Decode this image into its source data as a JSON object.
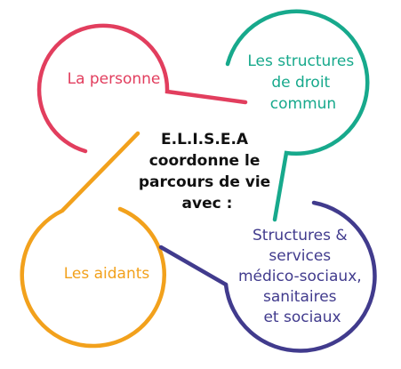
{
  "center": {
    "lines": [
      "E.L.I.S.E.A",
      "coordonne le",
      "parcours de vie",
      "avec :"
    ],
    "color": "#111111"
  },
  "nodes": [
    {
      "id": "personne",
      "lines": [
        "La personne"
      ],
      "color": "#e23e5e"
    },
    {
      "id": "structures",
      "lines": [
        "Les structures",
        "de droit",
        "commun"
      ],
      "color": "#17a98c"
    },
    {
      "id": "aidants",
      "lines": [
        "Les aidants"
      ],
      "color": "#f2a11c"
    },
    {
      "id": "medico",
      "lines": [
        "Structures &",
        "services",
        "médico-sociaux,",
        "sanitaires",
        "et sociaux"
      ],
      "color": "#413b8d"
    }
  ]
}
